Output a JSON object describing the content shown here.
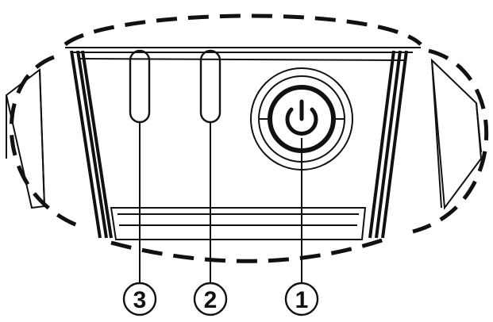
{
  "callouts": [
    {
      "id": "led-3",
      "label": "3"
    },
    {
      "id": "led-2",
      "label": "2"
    },
    {
      "id": "power-button",
      "label": "1"
    }
  ],
  "icons": {
    "power": "power-icon"
  },
  "colors": {
    "line": "#111111",
    "background": "#ffffff"
  }
}
